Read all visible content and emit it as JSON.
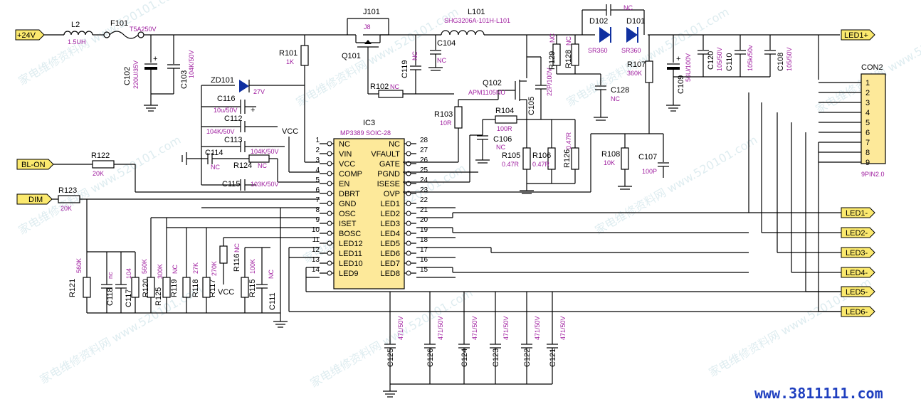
{
  "net_labels": {
    "v24": "+24V",
    "bl_on": "BL-ON",
    "dim": "DIM",
    "led1p": "LED1+",
    "led1m": "LED1-",
    "led2m": "LED2-",
    "led3m": "LED3-",
    "led4m": "LED4-",
    "led5m": "LED5-",
    "led6m": "LED6-",
    "vcc": "VCC",
    "vcc2": "VCC"
  },
  "ic": {
    "ref": "IC3",
    "part": "MP3389 SOIC-28",
    "left_pins": [
      {
        "n": "1",
        "name": "NC"
      },
      {
        "n": "2",
        "name": "VIN"
      },
      {
        "n": "3",
        "name": "VCC"
      },
      {
        "n": "4",
        "name": "COMP"
      },
      {
        "n": "5",
        "name": "EN"
      },
      {
        "n": "6",
        "name": "DBRT"
      },
      {
        "n": "7",
        "name": "GND"
      },
      {
        "n": "8",
        "name": "OSC"
      },
      {
        "n": "9",
        "name": "ISET"
      },
      {
        "n": "10",
        "name": "BOSC"
      },
      {
        "n": "11",
        "name": "LED12"
      },
      {
        "n": "12",
        "name": "LED11"
      },
      {
        "n": "13",
        "name": "LED10"
      },
      {
        "n": "14",
        "name": "LED9"
      }
    ],
    "right_pins": [
      {
        "n": "28",
        "name": "NC"
      },
      {
        "n": "27",
        "name": "VFAULT"
      },
      {
        "n": "26",
        "name": "GATE"
      },
      {
        "n": "25",
        "name": "PGND"
      },
      {
        "n": "24",
        "name": "ISESE"
      },
      {
        "n": "23",
        "name": "OVP"
      },
      {
        "n": "22",
        "name": "LED1"
      },
      {
        "n": "21",
        "name": "LED2"
      },
      {
        "n": "20",
        "name": "LED3"
      },
      {
        "n": "19",
        "name": "LED4"
      },
      {
        "n": "18",
        "name": "LED5"
      },
      {
        "n": "17",
        "name": "LED6"
      },
      {
        "n": "16",
        "name": "LED7"
      },
      {
        "n": "15",
        "name": "LED8"
      }
    ]
  },
  "connector": {
    "ref": "CON2",
    "pin_label": "9PIN2.0",
    "pins": [
      "1",
      "2",
      "3",
      "4",
      "5",
      "6",
      "7",
      "8",
      "9"
    ]
  },
  "components": {
    "l2": {
      "ref": "L2",
      "value": "1.5UH"
    },
    "f101": {
      "ref": "F101",
      "value": "T5A250V"
    },
    "c102": {
      "ref": "C102",
      "value": "220U/35V"
    },
    "c103": {
      "ref": "C103",
      "value": "104K/50V"
    },
    "j101": {
      "ref": "J101",
      "value": "J8"
    },
    "q101": {
      "ref": "Q101"
    },
    "r101": {
      "ref": "R101",
      "value": "1K"
    },
    "zd101": {
      "ref": "ZD101",
      "value": "27V"
    },
    "c116": {
      "ref": "C116",
      "value": "10u/50V"
    },
    "c112": {
      "ref": "C112",
      "value": "104K/50V"
    },
    "c113": {
      "ref": "C113",
      "value": "104K/50V"
    },
    "c114": {
      "ref": "C114",
      "value": "NC"
    },
    "r124": {
      "ref": "R124",
      "value": "NC"
    },
    "c115": {
      "ref": "C115",
      "value": "103K/50V"
    },
    "r102": {
      "ref": "R102",
      "value": "NC"
    },
    "c119": {
      "ref": "C119",
      "value": "NC"
    },
    "c104": {
      "ref": "C104",
      "value": "NC"
    },
    "l101": {
      "ref": "L101",
      "value": "SHG3206A-101H-L101"
    },
    "q102": {
      "ref": "Q102",
      "value": "APM1105NU"
    },
    "c105": {
      "ref": "C105",
      "value": "22P/100V"
    },
    "r103": {
      "ref": "R103",
      "value": "10R"
    },
    "r104": {
      "ref": "R104",
      "value": "100R"
    },
    "c106": {
      "ref": "C106",
      "value": "NC"
    },
    "r105": {
      "ref": "R105",
      "value": "0.47R"
    },
    "r106": {
      "ref": "R106",
      "value": "0.47R"
    },
    "r126": {
      "ref": "R126",
      "value": "0.47R"
    },
    "r129": {
      "ref": "R129",
      "value": "NC"
    },
    "r128": {
      "ref": "R128",
      "value": "NC"
    },
    "c128": {
      "ref": "C128",
      "value": "NC"
    },
    "d102": {
      "ref": "D102",
      "value": "SR360"
    },
    "d101": {
      "ref": "D101",
      "value": "SR360"
    },
    "dnc": {
      "value": "NC"
    },
    "r107": {
      "ref": "R107",
      "value": "360K"
    },
    "r108": {
      "ref": "R108",
      "value": "10K"
    },
    "c107": {
      "ref": "C107",
      "value": "100P"
    },
    "c109": {
      "ref": "C109",
      "value": "56U/100V"
    },
    "c120": {
      "ref": "C120",
      "value": "105/50V"
    },
    "c110": {
      "ref": "C110",
      "value": "105k/50v"
    },
    "c108": {
      "ref": "C108",
      "value": "105/50V"
    },
    "r122": {
      "ref": "R122",
      "value": "20K"
    },
    "r123": {
      "ref": "R123",
      "value": "20K"
    },
    "r121": {
      "ref": "R121",
      "value": "560K"
    },
    "c118": {
      "ref": "C118",
      "value": "nc"
    },
    "c117": {
      "ref": "C117",
      "value": "104"
    },
    "r120": {
      "ref": "R120",
      "value": "560K"
    },
    "r125": {
      "ref": "R125",
      "value": "300K"
    },
    "r119": {
      "ref": "R119",
      "value": "NC"
    },
    "r118": {
      "ref": "R118",
      "value": "27K"
    },
    "r117": {
      "ref": "R117",
      "value": "270K"
    },
    "r116": {
      "ref": "R116",
      "value": "NC"
    },
    "r115": {
      "ref": "R115",
      "value": "100K"
    },
    "c111": {
      "ref": "C111",
      "value": "NC"
    },
    "c125": {
      "ref": "C125",
      "value": "471/50V"
    },
    "c126": {
      "ref": "C126",
      "value": "471/50V"
    },
    "c124": {
      "ref": "C124",
      "value": "471/50V"
    },
    "c123": {
      "ref": "C123",
      "value": "471/50V"
    },
    "c122": {
      "ref": "C122",
      "value": "471/50V"
    },
    "c121": {
      "ref": "C121",
      "value": "471/50V"
    }
  },
  "watermark": {
    "text": "家电维修资料网 www.520101.com"
  },
  "site_footer": {
    "text": "www.3811111.com"
  },
  "colors": {
    "wire": "#000000",
    "net_tag": "#fbe96e",
    "value_text": "#a020a0",
    "footer_text": "#1f3fbf",
    "diode_fill": "#1030a0"
  }
}
